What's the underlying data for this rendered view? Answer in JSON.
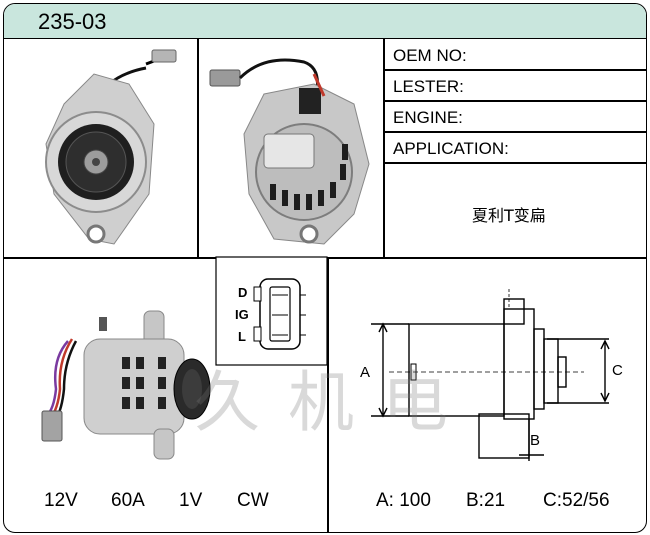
{
  "header": {
    "part_number": "235-03"
  },
  "info_fields": [
    {
      "label": "OEM NO:"
    },
    {
      "label": "LESTER:"
    },
    {
      "label": "ENGINE:"
    },
    {
      "label": "APPLICATION:"
    }
  ],
  "application_note": "夏利T变扁",
  "connector_pins": [
    "D",
    "IG",
    "L"
  ],
  "dimension_labels": {
    "a": "A",
    "b": "B",
    "c": "C"
  },
  "specs": {
    "voltage": "12V",
    "amperage": "60A",
    "pulley": "1V",
    "rotation": "CW"
  },
  "dimensions": {
    "a": "A: 100",
    "b": "B:21",
    "c": "C:52/56"
  },
  "watermark": "久机电",
  "colors": {
    "header_bg": "#c9e6dd",
    "border": "#000000"
  }
}
